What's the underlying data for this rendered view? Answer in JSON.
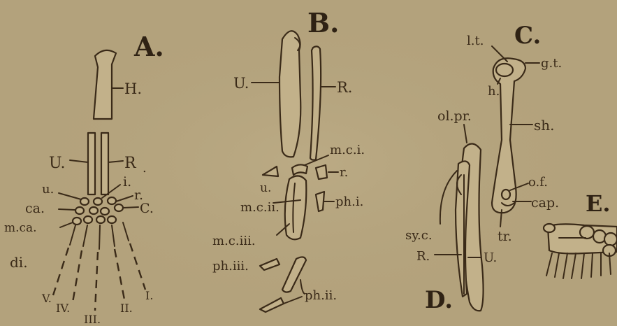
{
  "panels": {
    "A": {
      "letter": "A.",
      "labels": {
        "H": "H.",
        "U": "U.",
        "R": "R",
        "u": "u.",
        "i": "i.",
        "r": "r.",
        "ca": "ca.",
        "c": "C.",
        "mca": "m.ca.",
        "di": "di.",
        "V": "V.",
        "IV": "IV.",
        "III": "III.",
        "II": "II.",
        "I": "I."
      }
    },
    "B": {
      "letter": "B.",
      "labels": {
        "U": "U.",
        "R": "R.",
        "mci": "m.c.i.",
        "r": "r.",
        "u": "u.",
        "phi": "ph.i.",
        "mcii": "m.c.ii.",
        "mciii": "m.c.iii.",
        "phiii": "ph.iii.",
        "phii": "ph.ii."
      }
    },
    "C": {
      "letter": "C.",
      "labels": {
        "lt": "l.t.",
        "gt": "g.t.",
        "h": "h.",
        "sh": "sh.",
        "of": "o.f.",
        "cap": "cap.",
        "tr": "tr."
      }
    },
    "D": {
      "letter": "D.",
      "labels": {
        "olpr": "ol.pr.",
        "syc": "sy.c.",
        "R": "R.",
        "U": "U."
      }
    },
    "E": {
      "letter": "E."
    }
  },
  "colors": {
    "paper": "#b3a27c",
    "ink": "#3a2a18"
  }
}
